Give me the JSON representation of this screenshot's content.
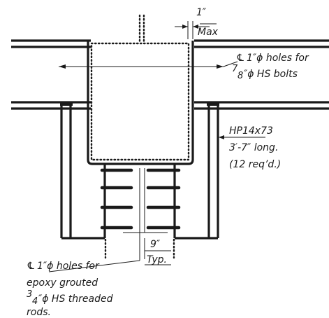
{
  "labels": {
    "gap_top": "1″",
    "gap_bottom": "Max",
    "bolt_holes_line1": "1″ϕ holes for",
    "bolt_holes_line2_frac_num": "7",
    "bolt_holes_line2_frac_den": "8",
    "bolt_holes_line2_rest": "″ϕ HS bolts",
    "pile_line1": "HP14x73",
    "pile_line2": "3′-7″ long.",
    "pile_line3": "(12 req’d.)",
    "spacing_value": "9″",
    "spacing_note": "Typ.",
    "rod_holes_line1": "1″ϕ holes for",
    "rod_holes_line2": "epoxy grouted",
    "rod_holes_line3_frac_num": "3",
    "rod_holes_line3_frac_den": "4",
    "rod_holes_line3_rest": "″ϕ HS threaded",
    "rod_holes_line4": "rods.",
    "centerline_symbol": "℄"
  },
  "colors": {
    "ink": "#1a1a1a",
    "background": "#ffffff"
  }
}
